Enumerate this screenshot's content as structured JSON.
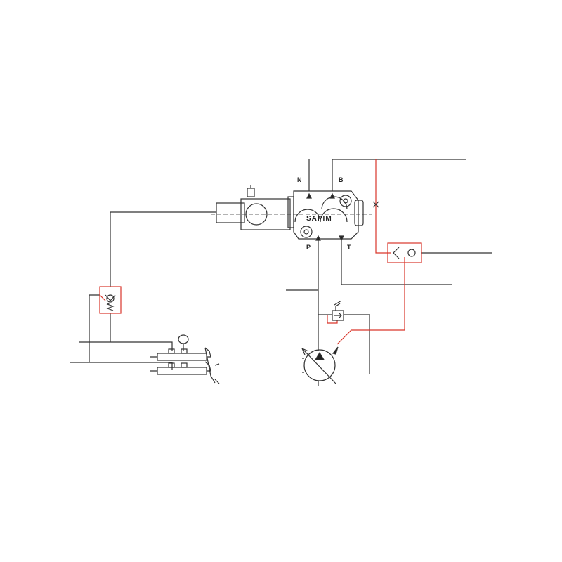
{
  "diagram": {
    "ports": {
      "n": "N",
      "b": "B",
      "p": "P",
      "t": "T"
    },
    "valve_brand": "SAPIM"
  },
  "colors": {
    "line": "#333333",
    "pilot": "#d9362b",
    "background": "#ffffff"
  }
}
